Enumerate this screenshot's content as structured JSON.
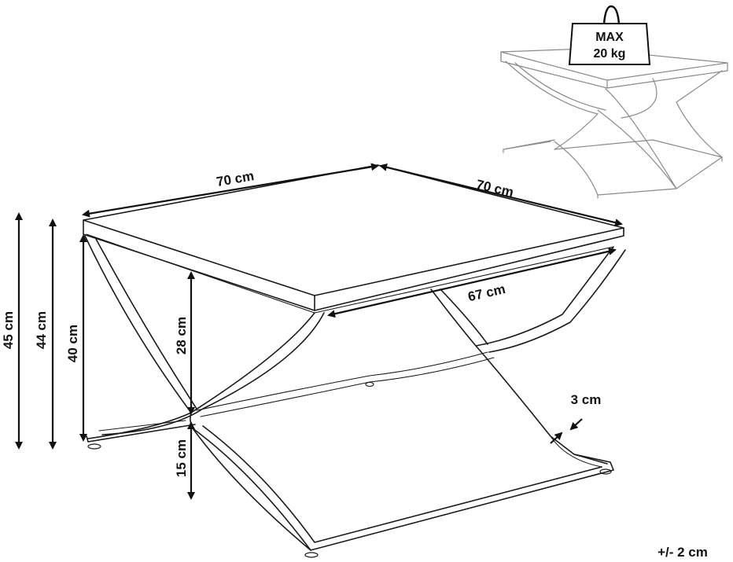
{
  "dimensions": {
    "width_front": "70 cm",
    "width_side": "70 cm",
    "inner_span": "67 cm",
    "total_height": "45 cm",
    "height_44": "44 cm",
    "frame_height": "40 cm",
    "leg_cross_height": "28 cm",
    "lower_height": "15 cm",
    "frame_thickness": "3 cm",
    "tolerance": "+/- 2 cm"
  },
  "load": {
    "line1": "MAX",
    "line2": "20 kg"
  }
}
